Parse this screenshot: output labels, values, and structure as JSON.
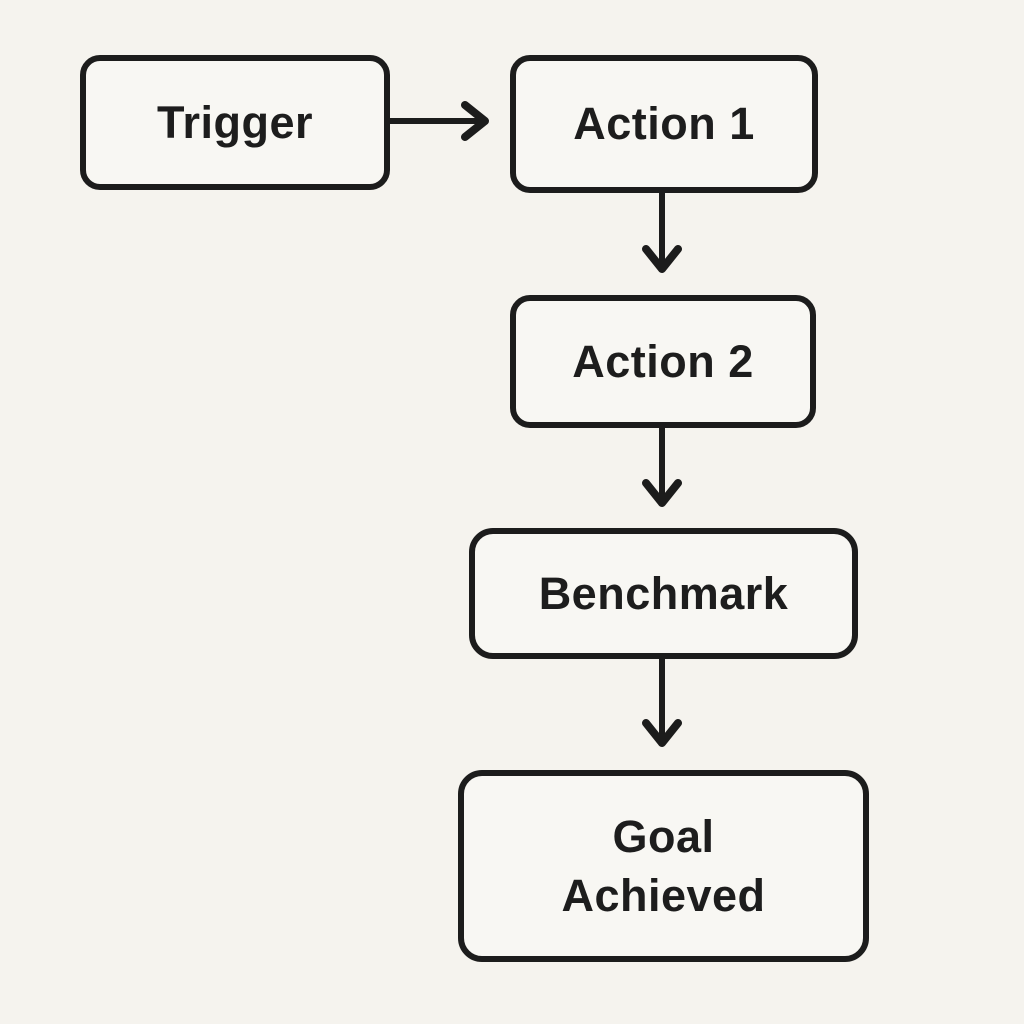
{
  "diagram": {
    "type": "flowchart",
    "nodes": [
      {
        "id": "trigger",
        "label": "Trigger"
      },
      {
        "id": "action-1",
        "label": "Action 1"
      },
      {
        "id": "action-2",
        "label": "Action 2"
      },
      {
        "id": "benchmark",
        "label": "Benchmark"
      },
      {
        "id": "goal-achieved",
        "label": "Goal Achieved"
      }
    ],
    "edges": [
      {
        "from": "trigger",
        "to": "action-1",
        "direction": "right"
      },
      {
        "from": "action-1",
        "to": "action-2",
        "direction": "down"
      },
      {
        "from": "action-2",
        "to": "benchmark",
        "direction": "down"
      },
      {
        "from": "benchmark",
        "to": "goal-achieved",
        "direction": "down"
      }
    ],
    "colors": {
      "background": "#f5f3ee",
      "node_fill": "#f8f7f3",
      "stroke": "#1c1c1c",
      "text": "#1d1d1d"
    }
  }
}
